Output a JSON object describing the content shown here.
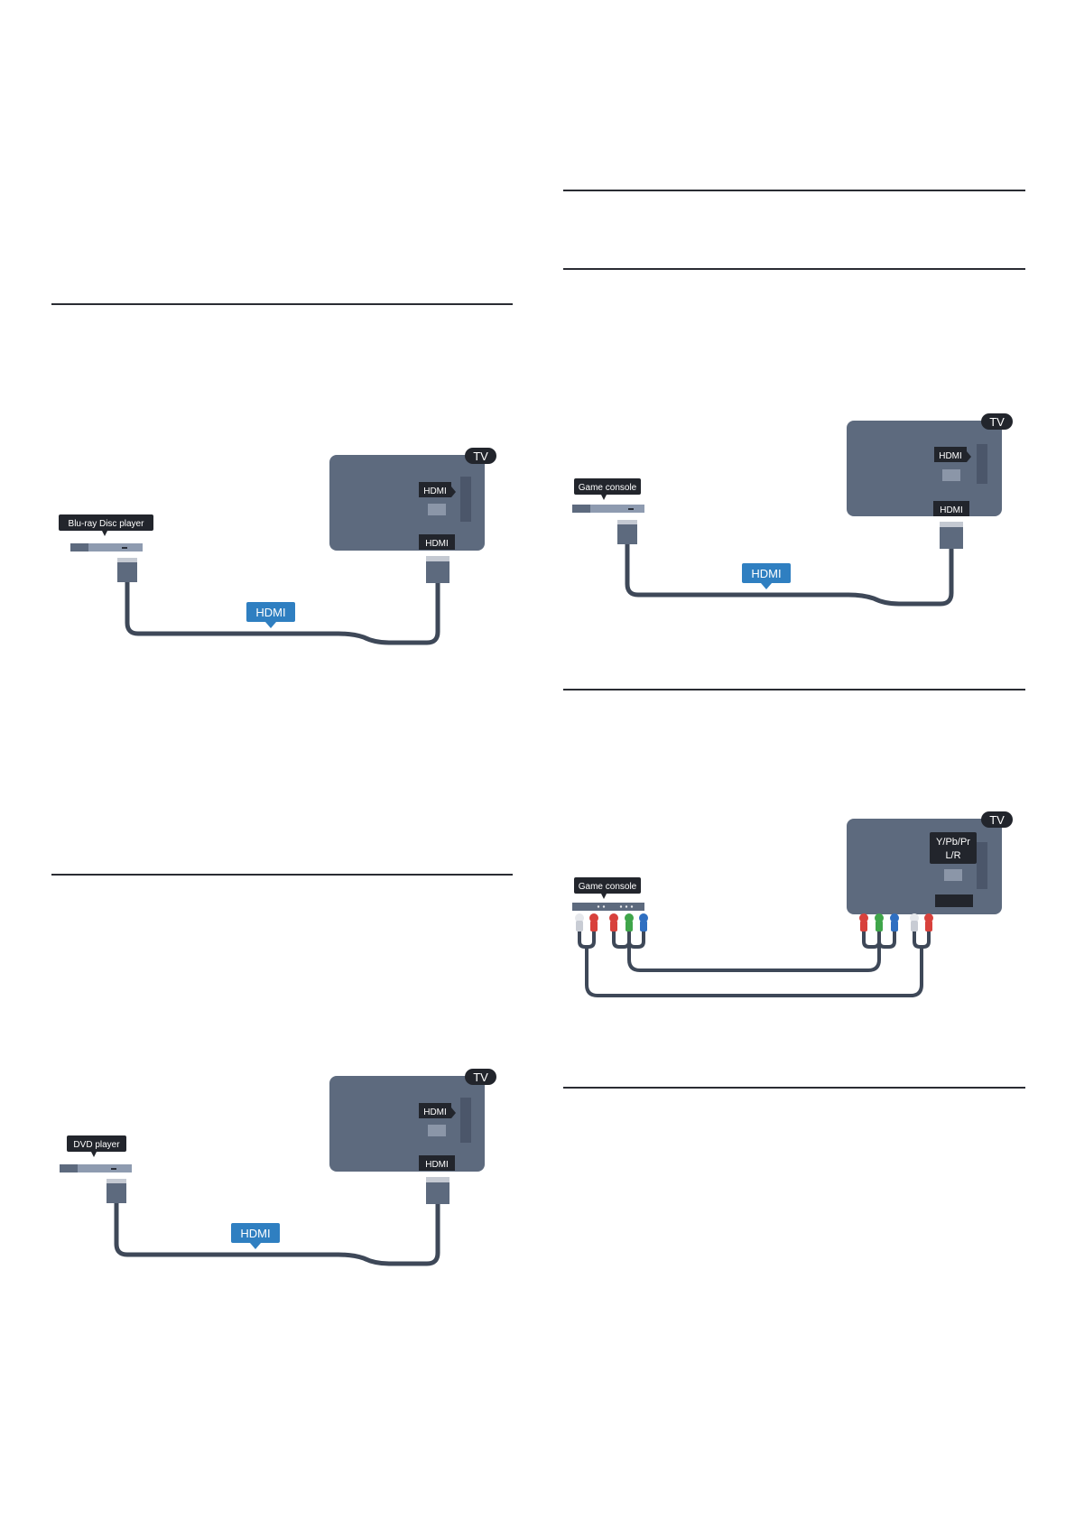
{
  "diagrams": {
    "bluray": {
      "device_label": "Blu-ray Disc player",
      "tv_label": "TV",
      "port_top_label": "HDMI",
      "port_bottom_label": "HDMI",
      "cable_label": "HDMI"
    },
    "dvd": {
      "device_label": "DVD player",
      "tv_label": "TV",
      "port_top_label": "HDMI",
      "port_bottom_label": "HDMI",
      "cable_label": "HDMI"
    },
    "game_hdmi": {
      "device_label": "Game console",
      "tv_label": "TV",
      "port_top_label": "HDMI",
      "port_bottom_label": "HDMI",
      "cable_label": "HDMI"
    },
    "game_component": {
      "device_label": "Game console",
      "tv_label": "TV",
      "port_label_line1": "Y/Pb/Pr",
      "port_label_line2": "L/R"
    }
  },
  "colors": {
    "tv_body": "#5d6a7e",
    "label_dark": "#22252c",
    "cable": "#3e4858",
    "hdmi_blue": "#2f7fc1",
    "rca_red": "#d8413c",
    "rca_green": "#3fa54a",
    "rca_blue": "#2f6fc1",
    "rca_white": "#e6e8ec"
  }
}
